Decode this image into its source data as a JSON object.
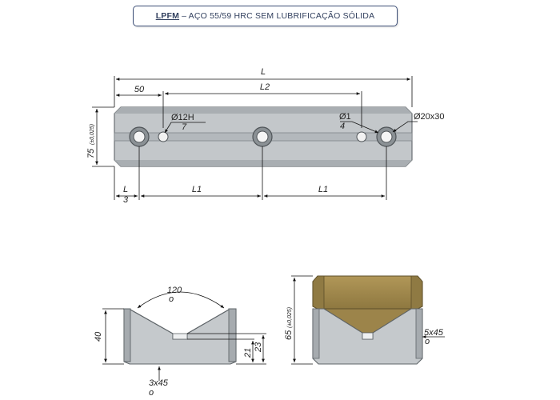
{
  "title": {
    "code": "LPFM",
    "rest": "– AÇO 55/59 HRC SEM LUBRIFICAÇÃO SÓLIDA"
  },
  "top_view": {
    "dim_L": "L",
    "dim_50": "50",
    "dim_L2": "L2",
    "dim_hole_small_a": "Ø12H",
    "dim_hole_small_b": "7",
    "dim_hole_small_c": "Ø1",
    "dim_hole_small_d": "4",
    "dim_hole_large": "Ø20x30",
    "dim_height": "75",
    "dim_height_tol": "(±0,025)",
    "dim_L3_a": "L",
    "dim_L3_b": "3",
    "dim_L1_left": "L1",
    "dim_L1_right": "L1"
  },
  "v_block": {
    "angle": "120",
    "angle_unit": "o",
    "height": "40",
    "h21": "21",
    "h23": "23",
    "chamfer": "3x45",
    "chamfer_unit": "o"
  },
  "v_block_cap": {
    "height": "65",
    "height_tol": "(±0,025)",
    "chamfer": "5x45",
    "chamfer_unit": "o"
  },
  "colors": {
    "steel_fill": "#c5c9cc",
    "steel_dark": "#8e9498",
    "bronze_fill": "#a38a4e",
    "title_border": "#3d4f77"
  }
}
